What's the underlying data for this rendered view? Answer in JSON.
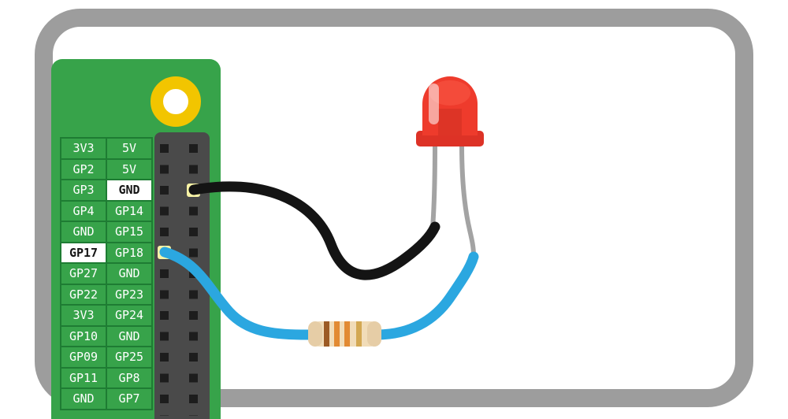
{
  "diagram": {
    "kind": "led-wiring-diagram",
    "highlighted_pins": [
      "GND",
      "GP17"
    ],
    "components": [
      {
        "name": "gpio-board"
      },
      {
        "name": "pin-header"
      },
      {
        "name": "red-led"
      },
      {
        "name": "resistor"
      },
      {
        "name": "ground-wire",
        "color": "#141414",
        "from": "GND",
        "to": "led-cathode-leg"
      },
      {
        "name": "signal-wire",
        "color": "#2ba7e0",
        "from": "GP17",
        "to": "led-anode-leg"
      }
    ]
  },
  "board": {
    "pin_rows": [
      {
        "left": "3V3",
        "right": "5V"
      },
      {
        "left": "GP2",
        "right": "5V"
      },
      {
        "left": "GP3",
        "right": "GND",
        "right_highlighted": true
      },
      {
        "left": "GP4",
        "right": "GP14"
      },
      {
        "left": "GND",
        "right": "GP15"
      },
      {
        "left": "GP17",
        "right": "GP18",
        "left_highlighted": true
      },
      {
        "left": "GP27",
        "right": "GND"
      },
      {
        "left": "GP22",
        "right": "GP23"
      },
      {
        "left": "3V3",
        "right": "GP24"
      },
      {
        "left": "GP10",
        "right": "GND"
      },
      {
        "left": "GP09",
        "right": "GP25"
      },
      {
        "left": "GP11",
        "right": "GP8"
      },
      {
        "left": "GND",
        "right": "GP7"
      }
    ]
  },
  "colors": {
    "board_green": "#37a34a",
    "cell_border_green": "#1e7c33",
    "header_gray": "#4a4a4a",
    "pin_dark": "#1d1d1d",
    "frame_gray": "#9d9d9d",
    "mount_ring_yellow": "#f2c500",
    "pin_highlight_yellow": "#f8f3a6",
    "wire_black": "#141414",
    "wire_blue": "#2ba7e0",
    "led_red": "#ee3b2c",
    "led_flange_red": "#dd3226",
    "resistor_body": "#f1dcb8",
    "highlight_cell_bg": "#ffffff"
  }
}
